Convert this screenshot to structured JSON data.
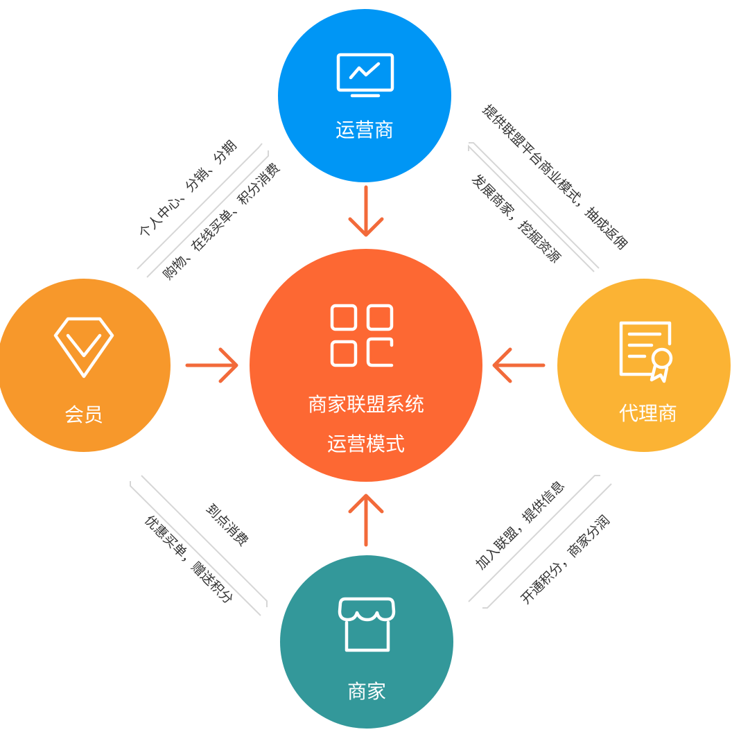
{
  "nodes": {
    "operator": {
      "label": "运营商",
      "icon": "monitor-chart-icon",
      "color": "#0096f5"
    },
    "member": {
      "label": "会员",
      "icon": "diamond-icon",
      "color": "#f7982b"
    },
    "agent": {
      "label": "代理商",
      "icon": "certificate-icon",
      "color": "#fbb334"
    },
    "merchant": {
      "label": "商家",
      "icon": "storefront-icon",
      "color": "#33989a"
    },
    "center": {
      "title_line1": "商家联盟系统",
      "title_line2": "运营模式",
      "icon": "grid-apps-icon",
      "color": "#fd6833"
    }
  },
  "arrow_color": "#f26a3a",
  "edge_labels": {
    "operator_member_outer": "个人中心、分销、分期",
    "operator_member_inner": "购物、在线买单、积分消费",
    "operator_agent_outer": "提供联盟平台商业模式，抽成返佣",
    "operator_agent_inner": "发展商家，挖掘资源",
    "member_merchant_inner": "到点消费",
    "member_merchant_outer": "优惠买单，赠送积分",
    "agent_merchant_inner": "加入联盟，提供信息",
    "agent_merchant_outer": "开通积分，商家分润"
  }
}
